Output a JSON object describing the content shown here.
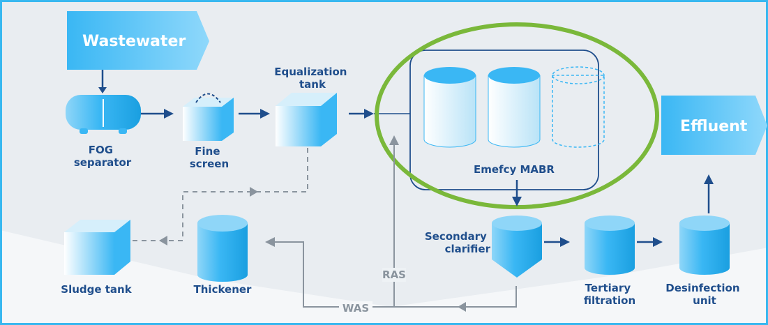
{
  "inputs": {
    "wastewater": "Wastewater",
    "effluent": "Effluent"
  },
  "units": {
    "fog_separator": [
      "FOG",
      "separator"
    ],
    "fine_screen": [
      "Fine",
      "screen"
    ],
    "equalization_tank": [
      "Equalization",
      "tank"
    ],
    "mabr": "Emefcy MABR",
    "secondary_clarifier": [
      "Secondary",
      "clarifier"
    ],
    "tertiary_filtration": [
      "Tertiary",
      "filtration"
    ],
    "disinfection_unit": [
      "Desinfection",
      "unit"
    ],
    "thickener": "Thickener",
    "sludge_tank": "Sludge tank"
  },
  "flows": {
    "ras": "RAS",
    "was": "WAS"
  },
  "colors": {
    "background": "#e9edf1",
    "frame": "#38b8f0",
    "primary": "#3ab7f4",
    "arrow": "#1f4e8c",
    "grey_line": "#8a949e",
    "highlight": "#7ab83a"
  }
}
